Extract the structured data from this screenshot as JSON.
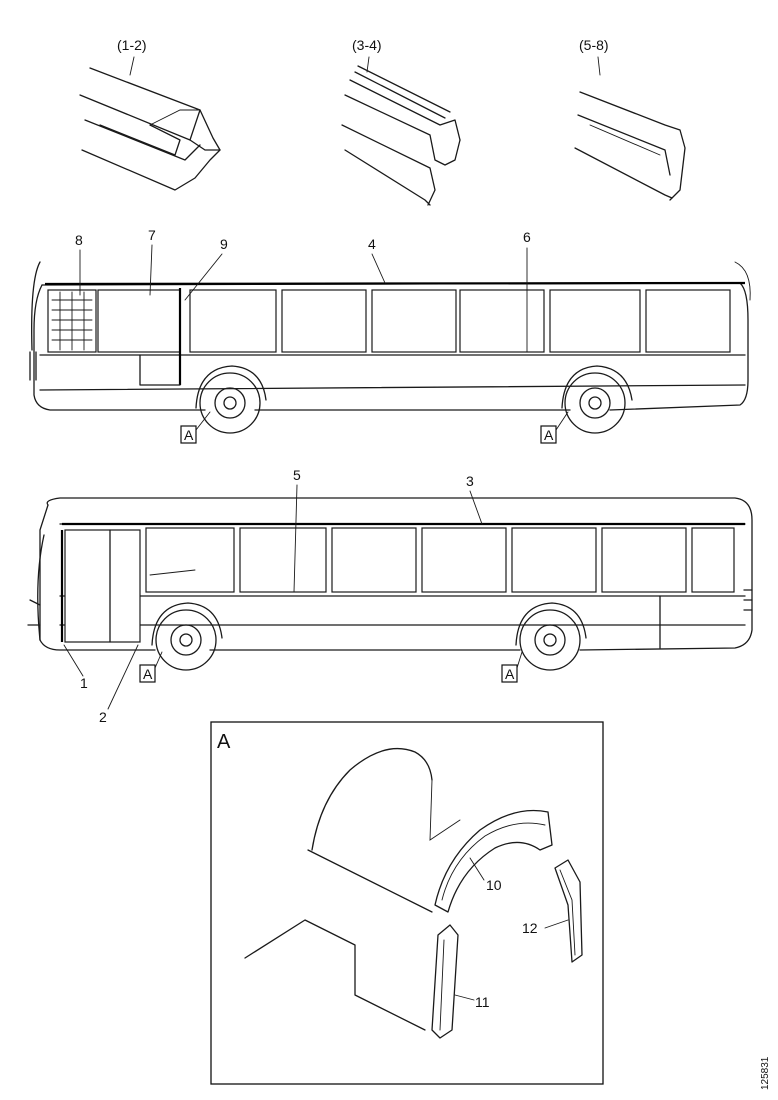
{
  "profiles": {
    "p1": "(1-2)",
    "p2": "(3-4)",
    "p3": "(5-8)"
  },
  "callouts": {
    "c1": "1",
    "c2": "2",
    "c3": "3",
    "c4": "4",
    "c5": "5",
    "c6": "6",
    "c7": "7",
    "c8": "8",
    "c9": "9",
    "c10": "10",
    "c11": "11",
    "c12": "12"
  },
  "detail_marker": "A",
  "detail_title": "A",
  "drawing_code": "125831"
}
